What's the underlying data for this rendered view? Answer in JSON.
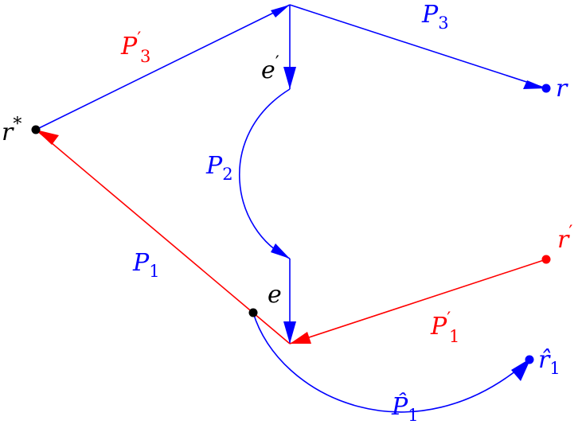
{
  "colors": {
    "blue": "#0000ff",
    "red": "#ff0000",
    "black": "#000000"
  },
  "nodes": {
    "r_star": {
      "base": "r",
      "sup": "*"
    },
    "r": {
      "base": "r"
    },
    "r_prime": {
      "base": "r",
      "sup": "′"
    },
    "r_hat_1": {
      "base": "r̂",
      "sub": "1"
    }
  },
  "edges": {
    "e": {
      "base": "e"
    },
    "e_prime": {
      "base": "e",
      "sup": "′"
    }
  },
  "paths": {
    "P1": {
      "base": "P",
      "sub": "1"
    },
    "P1_prime": {
      "base": "P",
      "sup": "′",
      "sub": "1"
    },
    "P1_hat": {
      "base": "P̂",
      "sub": "1"
    },
    "P2": {
      "base": "P",
      "sub": "2"
    },
    "P3": {
      "base": "P",
      "sub": "3"
    },
    "P3_prime": {
      "base": "P",
      "sup": "′",
      "sub": "3"
    }
  }
}
